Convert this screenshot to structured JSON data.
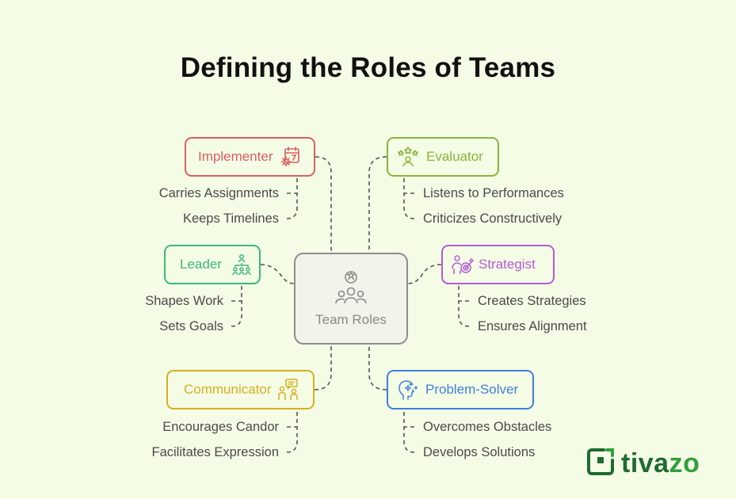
{
  "title": "Defining the Roles of Teams",
  "center": {
    "label": "Team Roles",
    "icon": "team-icon"
  },
  "roles": [
    {
      "key": "implementer",
      "label": "Implementer",
      "icon": "calendar-gear-icon",
      "color": "#d95f5f",
      "items": [
        "Carries Assignments",
        "Keeps Timelines"
      ]
    },
    {
      "key": "evaluator",
      "label": "Evaluator",
      "icon": "evaluator-stars-icon",
      "color": "#8ab43a",
      "items": [
        "Listens to Performances",
        "Criticizes Constructively"
      ]
    },
    {
      "key": "leader",
      "label": "Leader",
      "icon": "hierarchy-icon",
      "color": "#3cb878",
      "items": [
        "Shapes Work",
        "Sets Goals"
      ]
    },
    {
      "key": "strategist",
      "label": "Strategist",
      "icon": "target-person-icon",
      "color": "#b35bd6",
      "items": [
        "Creates Strategies",
        "Ensures Alignment"
      ]
    },
    {
      "key": "communicator",
      "label": "Communicator",
      "icon": "chat-people-icon",
      "color": "#d6b01e",
      "items": [
        "Encourages Candor",
        "Facilitates Expression"
      ]
    },
    {
      "key": "problem_solver",
      "label": "Problem-Solver",
      "icon": "head-sparkle-icon",
      "color": "#3f7fd9",
      "items": [
        "Overcomes Obstacles",
        "Develops Solutions"
      ]
    }
  ],
  "logo": {
    "text_dark": "tiva",
    "text_light": "zo",
    "icon": "tivazo-logo-icon"
  }
}
